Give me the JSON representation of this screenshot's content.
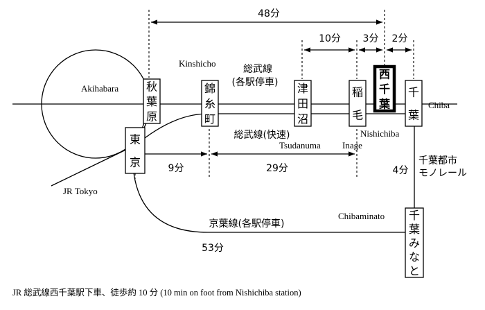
{
  "stations": {
    "akihabara": {
      "chars": [
        "秋",
        "葉",
        "原"
      ],
      "en": "Akihabara"
    },
    "kinshicho": {
      "chars": [
        "錦",
        "糸",
        "町"
      ],
      "en": "Kinshicho"
    },
    "tsudanuma": {
      "chars": [
        "津",
        "田",
        "沼"
      ],
      "en": "Tsudanuma"
    },
    "inage": {
      "chars": [
        "稲",
        "毛"
      ],
      "en": "Inage"
    },
    "nishichiba": {
      "chars": [
        "西",
        "千",
        "葉"
      ],
      "en": "Nishichiba"
    },
    "chiba": {
      "chars": [
        "千",
        "葉"
      ],
      "en": "Chiba"
    },
    "tokyo": {
      "chars": [
        "東",
        "京"
      ],
      "en": "JR Tokyo"
    },
    "chibaminato": {
      "chars": [
        "千",
        "葉",
        "み",
        "な",
        "と"
      ],
      "en": "Chibaminato"
    }
  },
  "lines": {
    "sobu_local": [
      "総武線",
      "(各駅停車)"
    ],
    "sobu_rapid": "総武線(快速)",
    "keiyo": "京葉線(各駅停車)",
    "monorail": [
      "千葉都市",
      "モノレール"
    ]
  },
  "times": {
    "akihabara_nishichiba": "48分",
    "tsudanuma_inage": "10分",
    "inage_nishichiba": "3分",
    "nishichiba_chiba": "2分",
    "tokyo_kinshicho": "9分",
    "kinshicho_inage": "29分",
    "chiba_chibaminato": "4分",
    "tokyo_keiyo": "53分"
  },
  "footer": "JR 総武線西千葉駅下車、徒歩約 10 分 (10 min on foot from Nishichiba station)"
}
